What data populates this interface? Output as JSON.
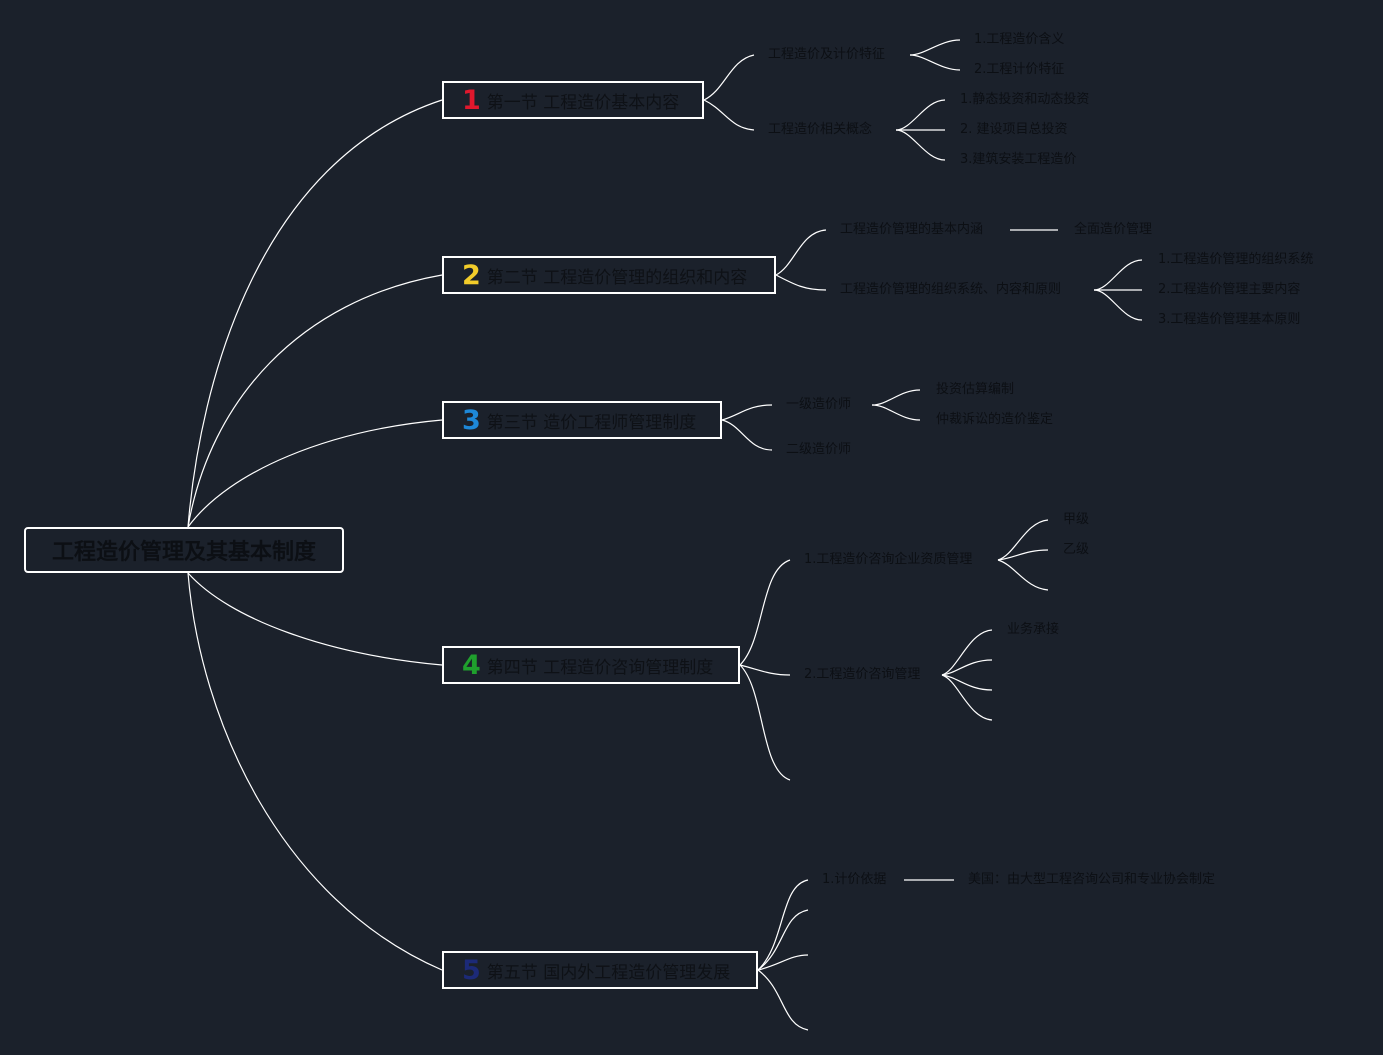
{
  "root": {
    "title": "工程造价管理及其基本制度"
  },
  "sections": [
    {
      "num": "1",
      "color": "#e0182d",
      "title": "第一节 工程造价基本内容"
    },
    {
      "num": "2",
      "color": "#f2cc2a",
      "title": "第二节 工程造价管理的组织和内容"
    },
    {
      "num": "3",
      "color": "#1e88d8",
      "title": "第三节 造价工程师管理制度"
    },
    {
      "num": "4",
      "color": "#1fa02d",
      "title": "第四节 工程造价咨询管理制度"
    },
    {
      "num": "5",
      "color": "#1c2a78",
      "title": "第五节 国内外工程造价管理发展"
    }
  ],
  "s1": {
    "a": "工程造价及计价特征",
    "a1": "1.工程造价含义",
    "a2": "2.工程计价特征",
    "b": "工程造价相关概念",
    "b1": "1.静态投资和动态投资",
    "b2": "2. 建设项目总投资",
    "b3": "3.建筑安装工程造价"
  },
  "s2": {
    "a": "工程造价管理的基本内涵",
    "a1": "全面造价管理",
    "b": "工程造价管理的组织系统、内容和原则",
    "b1": "1.工程造价管理的组织系统",
    "b2": "2.工程造价管理主要内容",
    "b3": "3.工程造价管理基本原则"
  },
  "s3": {
    "a": "一级造价师",
    "a1": "投资估算编制",
    "a2": "仲裁诉讼的造价鉴定",
    "b": "二级造价师"
  },
  "s4": {
    "a": "1.工程造价咨询企业资质管理",
    "a1": "甲级",
    "a2": "乙级",
    "b": "2.工程造价咨询管理",
    "b1": "业务承接"
  },
  "s5": {
    "a": "1.计价依据",
    "a1": "美国：由大型工程咨询公司和专业协会制定"
  },
  "colors": {
    "background": "#1b212b",
    "line": "#ffffff",
    "text": "#0c0f14"
  }
}
